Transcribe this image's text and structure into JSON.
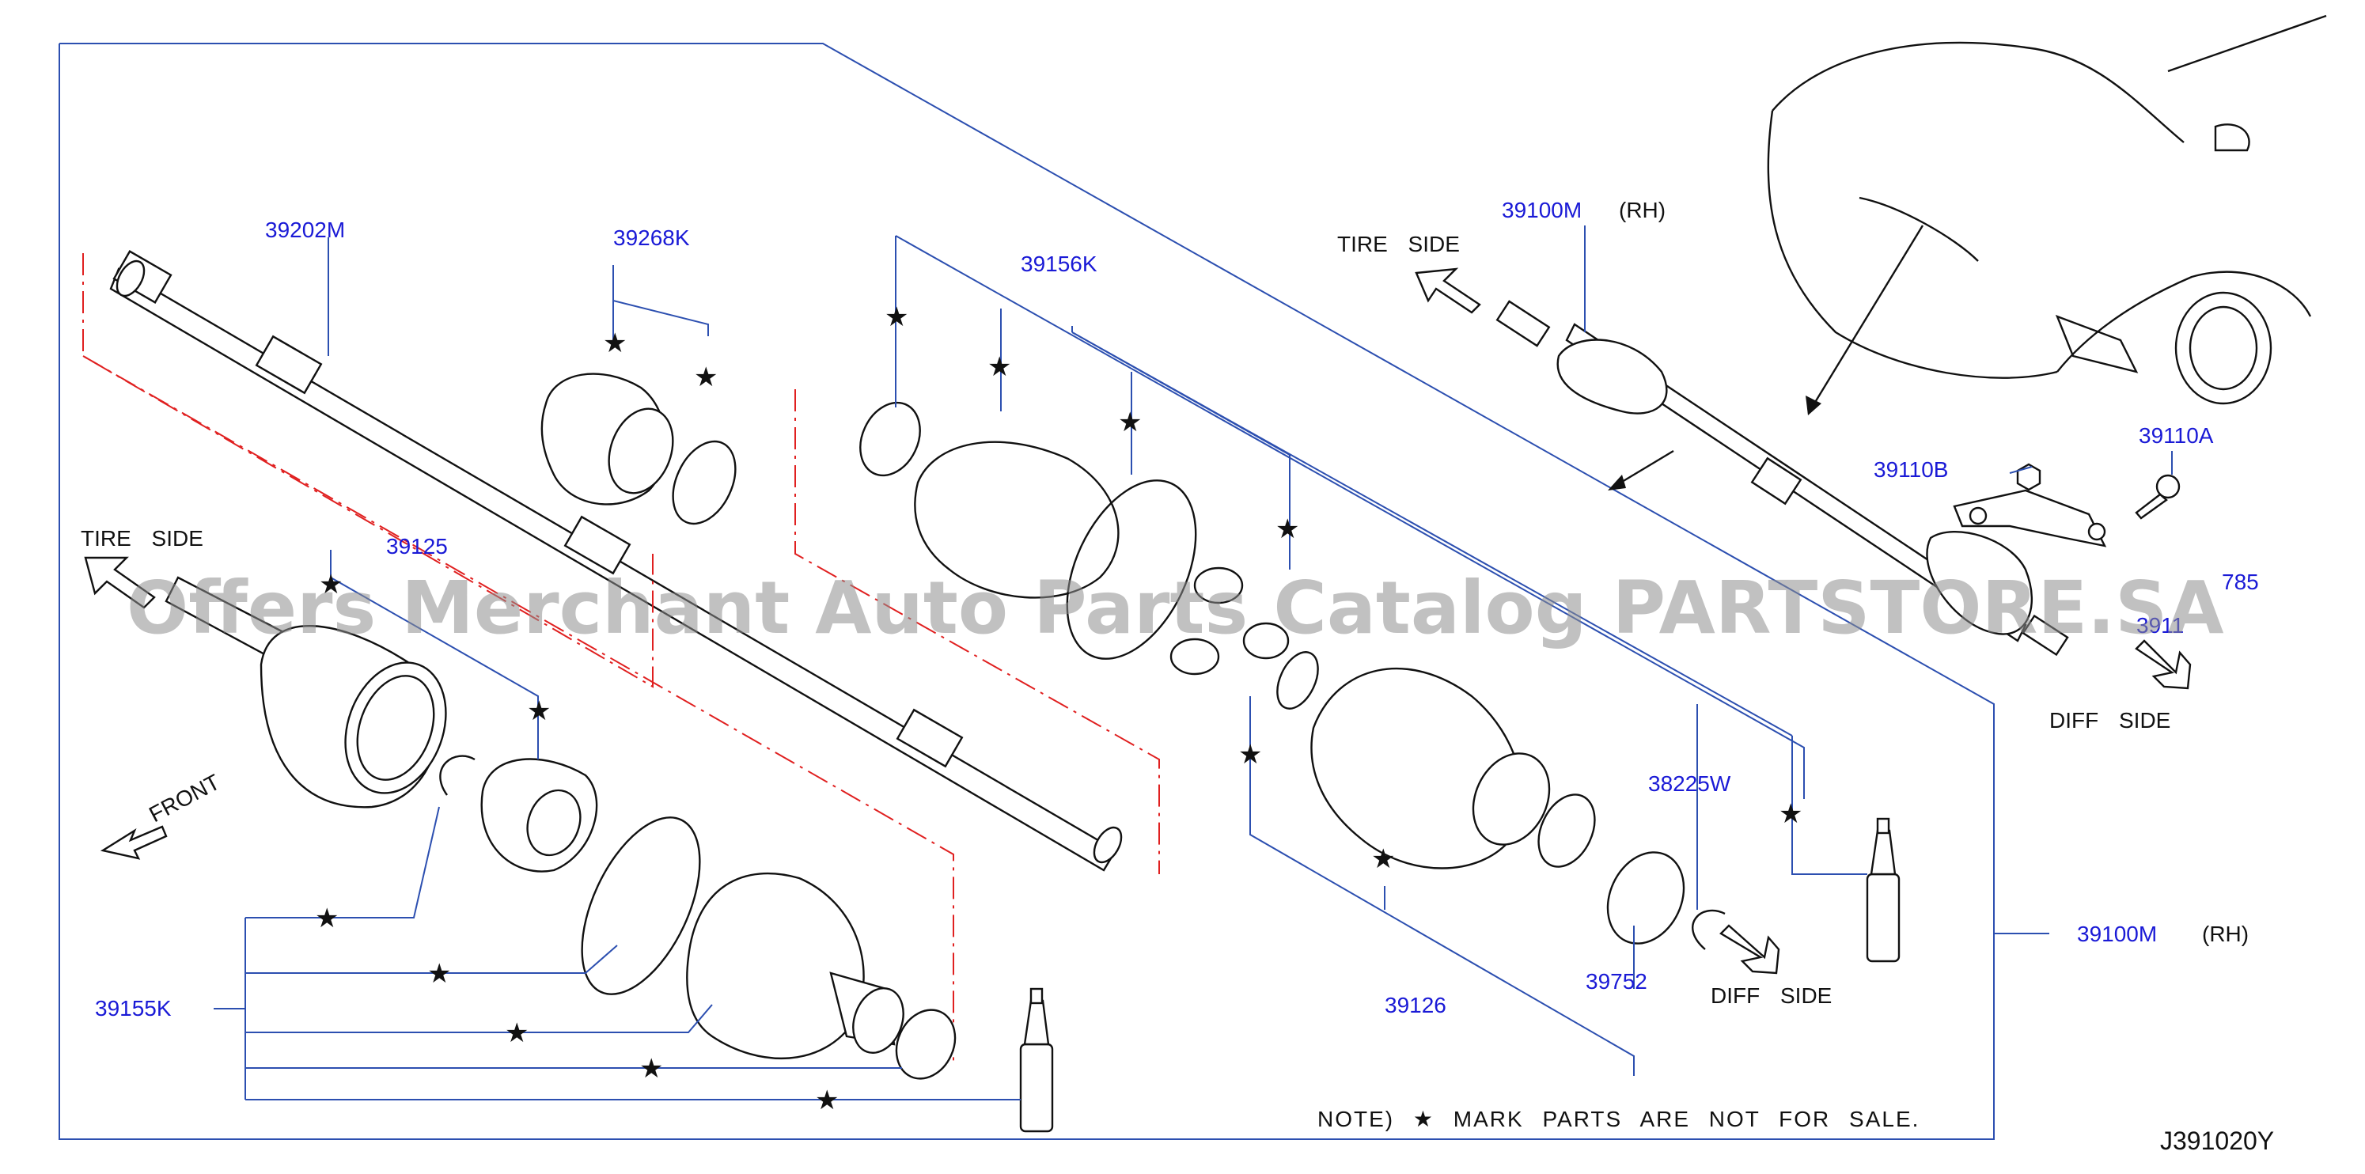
{
  "diagram_code": "J391020Y",
  "watermark": "Offers Merchant Auto Parts Catalog PARTSTORE.SA",
  "note": "NOTE) ★ MARK PARTS ARE NOT FOR SALE.",
  "star_glyph": "★",
  "labels": {
    "tire_side_left": "TIRE SIDE",
    "tire_side_top": "TIRE SIDE",
    "diff_side_right": "DIFF SIDE",
    "diff_side_bottom": "DIFF SIDE",
    "front": "FRONT",
    "rh_top": "(RH)",
    "rh_right": "(RH)"
  },
  "parts": {
    "p39202M": "39202M",
    "p39268K": "39268K",
    "p39156K": "39156K",
    "p39125": "39125",
    "p39155K": "39155K",
    "p39126": "39126",
    "p38225W": "38225W",
    "p39752": "39752",
    "p39100M_top": "39100M",
    "p39100M_right": "39100M",
    "p39110B": "39110B",
    "p39110A": "39110A",
    "p39785_partial": "785",
    "p39110_partial": "3911"
  },
  "colors": {
    "part_number": "#1a1ad6",
    "leader_line": "#2c4fb0",
    "phantom_line": "#e02020",
    "watermark": "#8e8e8e"
  }
}
